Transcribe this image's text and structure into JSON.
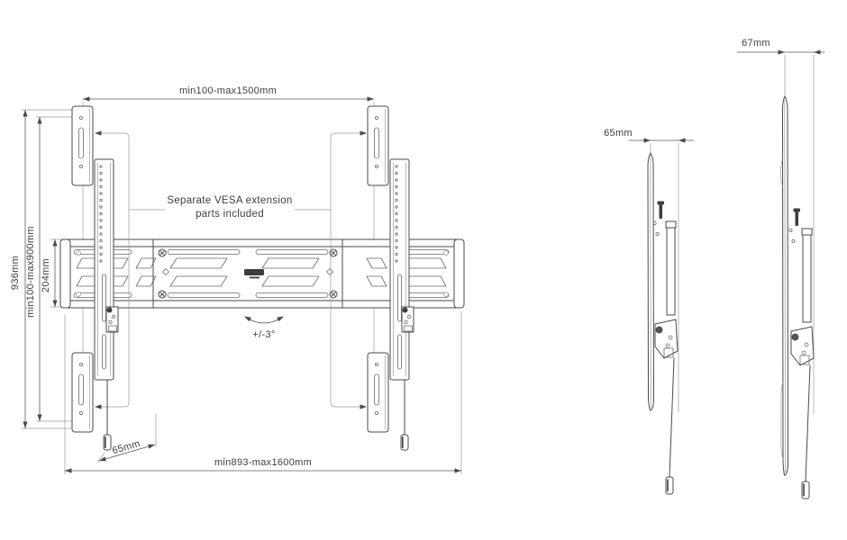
{
  "front_view": {
    "top_width_label": "min100-max1500mm",
    "total_height_label": "936mm",
    "vesa_height_label": "min100-max900mm",
    "plate_height_label": "204mm",
    "note_line1": "Separate VESA extension",
    "note_line2": "parts included",
    "tilt_label": "+/-3°",
    "cord_offset_label": "65mm",
    "bottom_width_label": "min893-max1600mm"
  },
  "side_view_left": {
    "depth_label": "65mm"
  },
  "side_view_right": {
    "depth_label": "67mm"
  },
  "colors": {
    "line": "#4a4a4a",
    "light_line": "#9b9b9b",
    "dimension": "#5a5a5a",
    "text": "#3e3e3e",
    "dark_fill": "#3d3d3d",
    "background": "#ffffff"
  }
}
